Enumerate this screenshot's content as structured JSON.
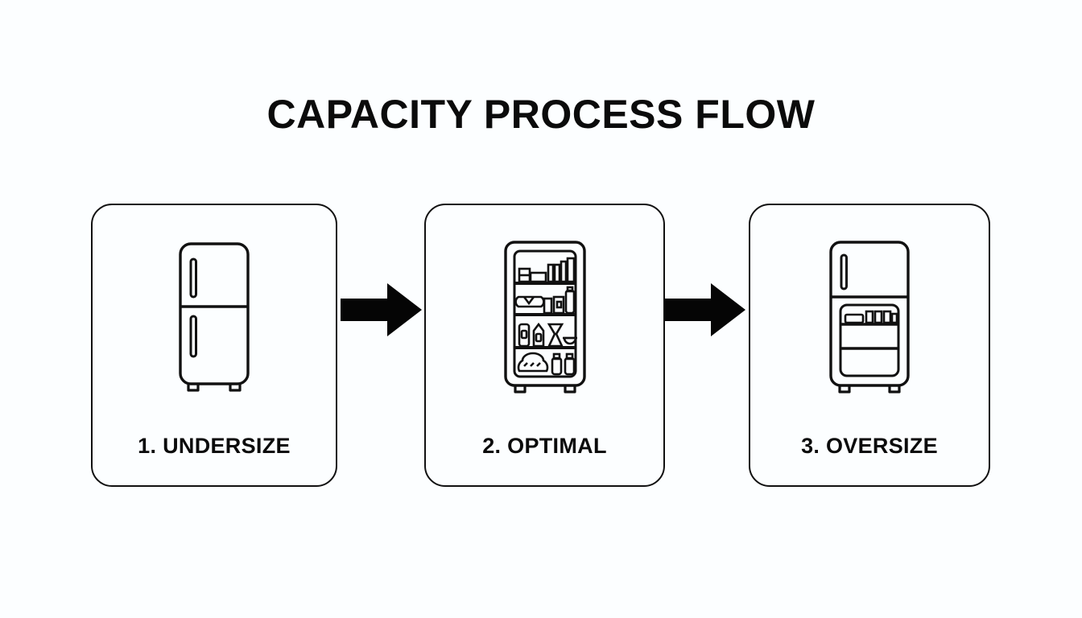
{
  "page": {
    "title": "CAPACITY PROCESS FLOW",
    "background_color": "#fcfeff",
    "stroke_color": "#111111",
    "text_color": "#0b0b0b"
  },
  "flow": {
    "steps": [
      {
        "index": "1",
        "label": "1. UNDERSIZE",
        "icon": "refrigerator-empty-icon",
        "icon_description": "Two-door refrigerator outline, completely empty, with vertical handles and two legs"
      },
      {
        "index": "2",
        "label": "2. OPTIMAL",
        "icon": "refrigerator-stocked-icon",
        "icon_description": "Refrigerator outline with four shelves fully stocked with boxes, jars, bottles, a bowl, a platter and bread"
      },
      {
        "index": "3",
        "label": "3. OVERSIZE",
        "icon": "refrigerator-sparse-icon",
        "icon_description": "Large refrigerator outline with freezer door on top and a lower compartment holding only a few small items on the top shelf, remaining shelves empty"
      }
    ],
    "connectors": [
      {
        "name": "arrow-1",
        "icon": "arrow-right-icon",
        "from": "1. UNDERSIZE",
        "to": "2. OPTIMAL"
      },
      {
        "name": "arrow-2",
        "icon": "arrow-right-icon",
        "from": "2. OPTIMAL",
        "to": "3. OVERSIZE"
      }
    ]
  }
}
